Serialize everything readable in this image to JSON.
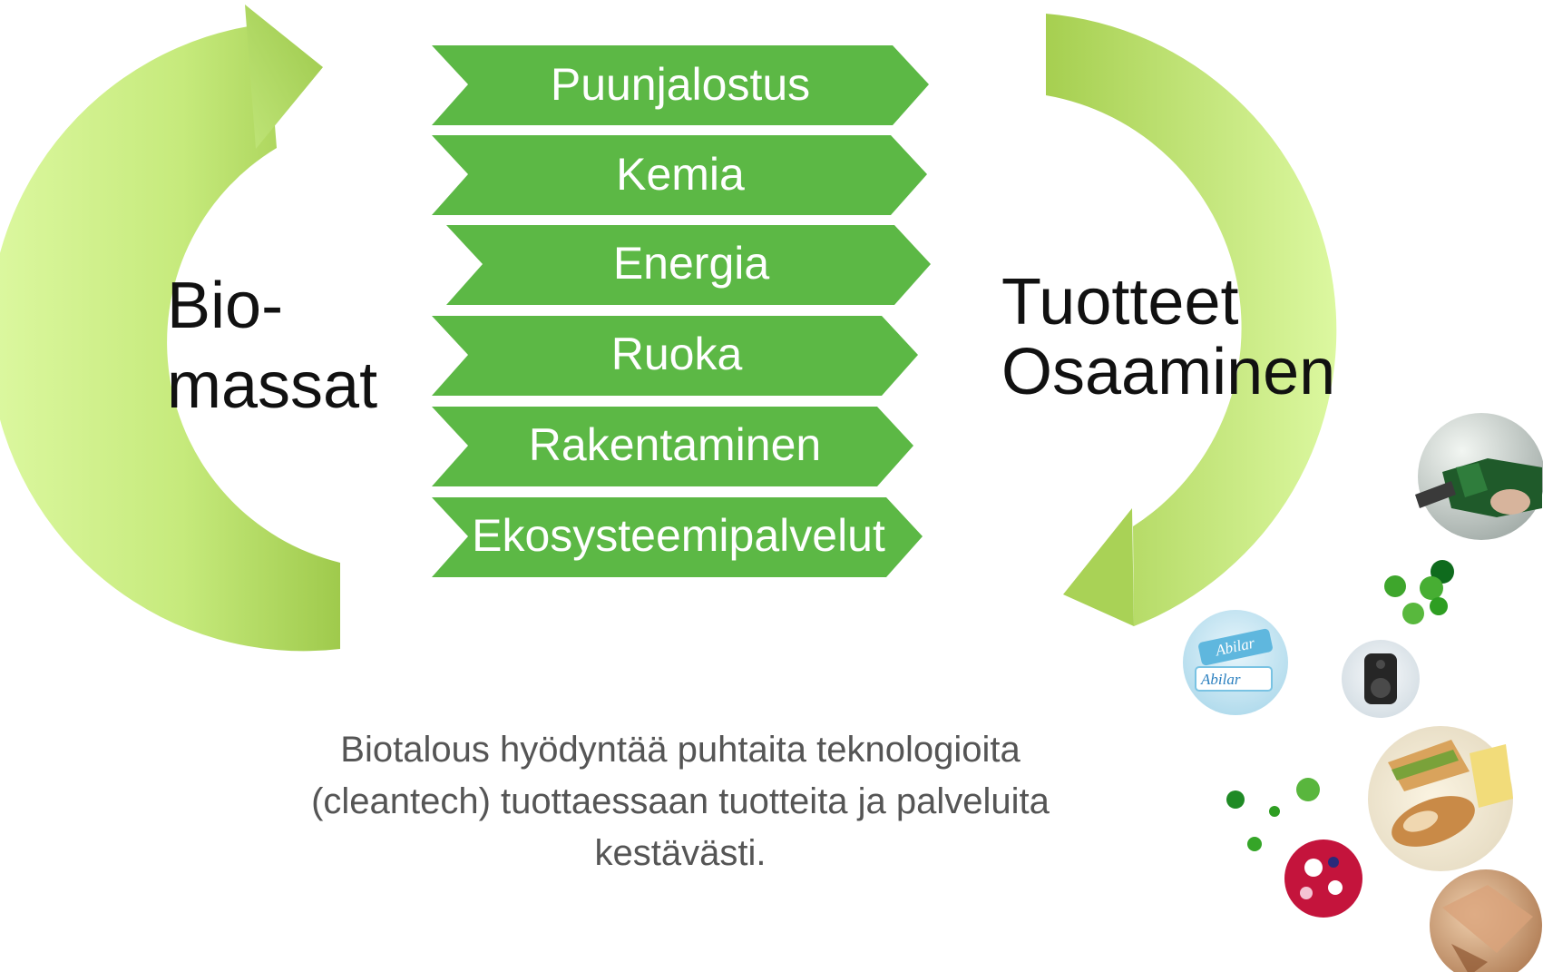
{
  "colors": {
    "chevron": "#5cb845",
    "arrow_light": "#d8f79a",
    "arrow_dark": "#9cc84a",
    "dot": "#2e9e22",
    "caption": "#555555"
  },
  "left_label": {
    "line1": "Bio-",
    "line2": "massat"
  },
  "right_label": {
    "line1": "Tuotteet",
    "line2": "Osaaminen"
  },
  "sectors": [
    {
      "label": "Puunjalostus"
    },
    {
      "label": "Kemia"
    },
    {
      "label": "Energia"
    },
    {
      "label": "Ruoka"
    },
    {
      "label": "Rakentaminen"
    },
    {
      "label": "Ekosysteemipalvelut"
    }
  ],
  "caption": {
    "line1": "Biotalous hyödyntää puhtaita teknologioita",
    "line2": "(cleantech) tuottaessaan tuotteita ja palveluita",
    "line3": "kestävästi."
  },
  "product_images": [
    {
      "icon": "fuel-nozzle-photo"
    },
    {
      "icon": "abilar-ointment-photo",
      "text": "Abilar"
    },
    {
      "icon": "speaker-photo"
    },
    {
      "icon": "bread-sandwich-photo"
    },
    {
      "icon": "floral-fabric-photo"
    },
    {
      "icon": "wood-material-photo"
    }
  ]
}
